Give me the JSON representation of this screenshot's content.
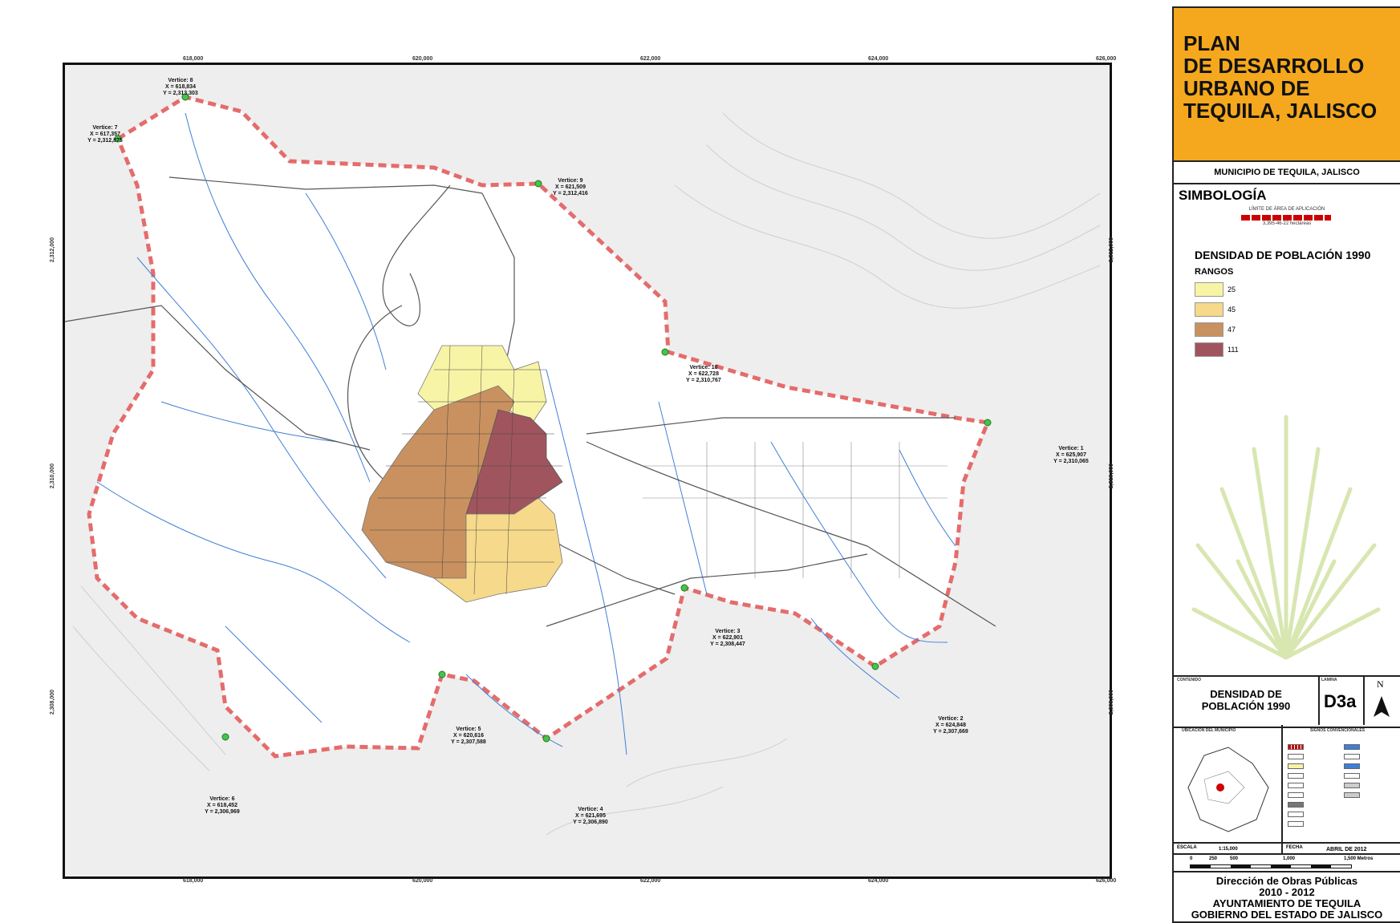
{
  "map": {
    "top_ticks": [
      "618,000",
      "620,000",
      "622,000",
      "624,000",
      "626,000"
    ],
    "bottom_ticks": [
      "618,000",
      "620,000",
      "622,000",
      "624,000",
      "626,000"
    ],
    "left_ticks": [
      "2,312,000",
      "2,310,000",
      "2,308,000"
    ],
    "right_ticks": [
      "2,312,000",
      "2,310,000",
      "2,308,000"
    ],
    "vertices": [
      {
        "name": "Vertice: 8",
        "x": "X = 618,834",
        "y": "Y = 2,313,303"
      },
      {
        "name": "Vertice: 7",
        "x": "X = 617,357",
        "y": "Y = 2,312,875"
      },
      {
        "name": "Vertice: 9",
        "x": "X = 621,509",
        "y": "Y = 2,312,416"
      },
      {
        "name": "Vertice: 10",
        "x": "X = 622,728",
        "y": "Y = 2,310,767"
      },
      {
        "name": "Vertice: 1",
        "x": "X = 625,907",
        "y": "Y = 2,310,065"
      },
      {
        "name": "Vertice: 3",
        "x": "X = 622,901",
        "y": "Y = 2,308,447"
      },
      {
        "name": "Vertice: 2",
        "x": "X = 624,848",
        "y": "Y = 2,307,669"
      },
      {
        "name": "Vertice: 5",
        "x": "X = 620,616",
        "y": "Y = 2,307,588"
      },
      {
        "name": "Vertice: 4",
        "x": "X = 621,695",
        "y": "Y = 2,306,890"
      },
      {
        "name": "Vertice: 6",
        "x": "X = 618,452",
        "y": "Y = 2,306,969"
      }
    ]
  },
  "sidebar": {
    "title": "PLAN\nDE DESARROLLO\nURBANO DE\nTEQUILA, JALISCO",
    "municipio": "MUNICIPIO DE TEQUILA, JALISCO",
    "simbologia": "SIMBOLOGÍA",
    "limite": "LÍMITE DE ÁREA DE APLICACIÓN",
    "limite_area": "3,395-46-22 hectáreas",
    "density_title": "DENSIDAD DE POBLACIÓN 1990",
    "rangos": "RANGOS",
    "legend": [
      {
        "label": "25",
        "color": "#f8f4a6"
      },
      {
        "label": "45",
        "color": "#f6d98a"
      },
      {
        "label": "47",
        "color": "#c9915f"
      },
      {
        "label": "111",
        "color": "#a0555e"
      }
    ],
    "contenido_label": "CONTENIDO",
    "contenido": "DENSIDAD DE\nPOBLACIÓN 1990",
    "lamina_label": "LAMINA",
    "lamina": "D3a",
    "north": "N",
    "ubicacion_label": "UBICACIÓN DEL MUNICIPIO",
    "signos_label": "SIGNOS CONVENCIONALES",
    "escala_label": "ESCALA",
    "escala": "1:15,000",
    "fecha_label": "FECHA",
    "fecha": "ABRIL DE 2012",
    "scale_ticks": [
      "0",
      "250",
      "500",
      "1,000",
      "1,500  Metros"
    ],
    "footer1": "Dirección de Obras Públicas",
    "footer2": "2010 - 2012",
    "footer3": "AYUNTAMIENTO DE TEQUILA",
    "footer4": "GOBIERNO DEL ESTADO DE JALISCO"
  }
}
